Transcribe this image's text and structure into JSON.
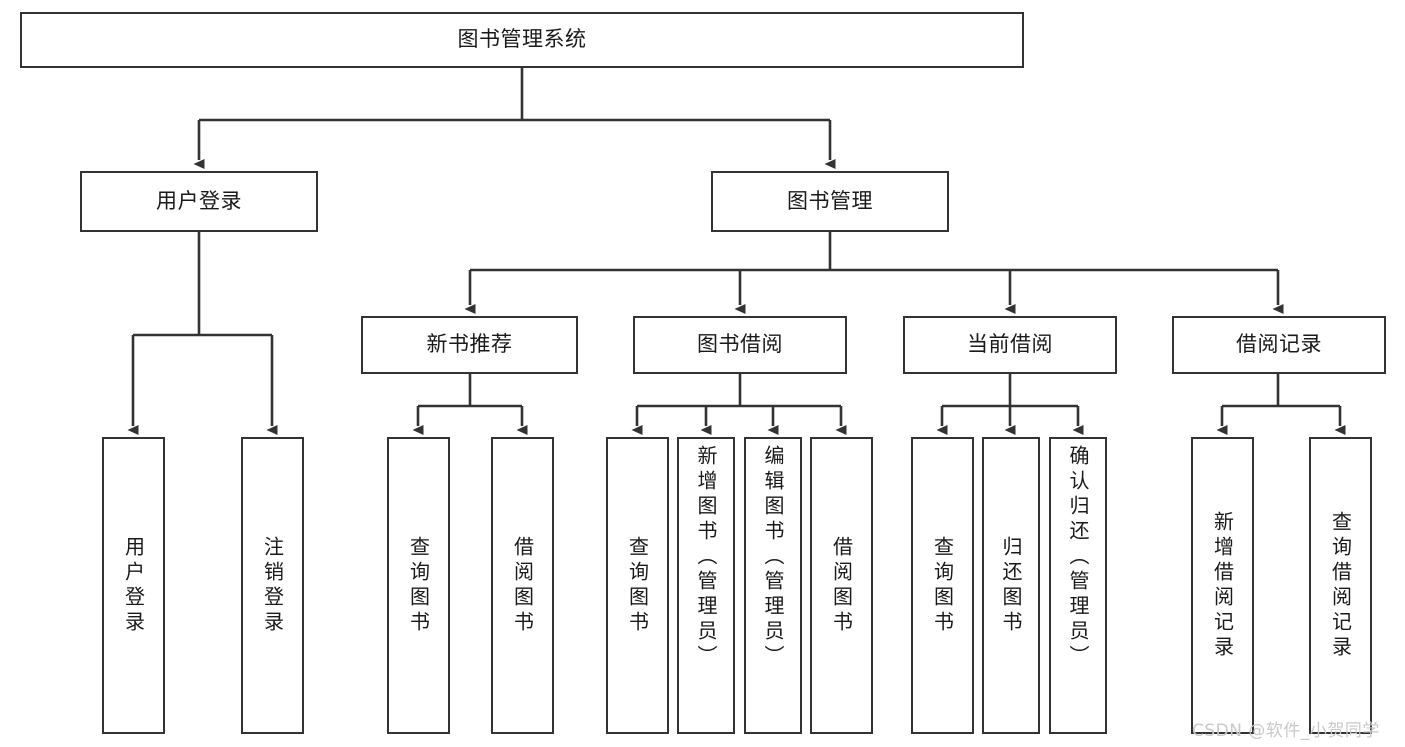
{
  "diagram": {
    "type": "tree",
    "title": "图书管理系统",
    "background": "#ffffff",
    "line_color": "#333333",
    "box_border_color": "#333333",
    "text_color": "#1a1a1a",
    "nodes": {
      "root": {
        "label": "图书管理系统"
      },
      "level2": [
        {
          "id": "user_login",
          "label": "用户登录"
        },
        {
          "id": "book_manage",
          "label": "图书管理"
        }
      ],
      "level3": [
        {
          "id": "new_book_rec",
          "label": "新书推荐"
        },
        {
          "id": "book_borrow",
          "label": "图书借阅"
        },
        {
          "id": "current_borrow",
          "label": "当前借阅"
        },
        {
          "id": "borrow_record",
          "label": "借阅记录"
        }
      ],
      "leaves": {
        "user_login": [
          {
            "id": "leaf_user_login",
            "label": "用户登录"
          },
          {
            "id": "leaf_user_logout",
            "label": "注销登录"
          }
        ],
        "new_book_rec": [
          {
            "id": "leaf_query_book_1",
            "label": "查询图书"
          },
          {
            "id": "leaf_borrow_book_1",
            "label": "借阅图书"
          }
        ],
        "book_borrow": [
          {
            "id": "leaf_query_book_2",
            "label": "查询图书"
          },
          {
            "id": "leaf_add_book",
            "label": "新增图书（管理员）"
          },
          {
            "id": "leaf_edit_book",
            "label": "编辑图书（管理员）"
          },
          {
            "id": "leaf_borrow_book_2",
            "label": "借阅图书"
          }
        ],
        "current_borrow": [
          {
            "id": "leaf_query_book_3",
            "label": "查询图书"
          },
          {
            "id": "leaf_return_book",
            "label": "归还图书"
          },
          {
            "id": "leaf_confirm_return",
            "label": "确认归还（管理员）"
          }
        ],
        "borrow_record": [
          {
            "id": "leaf_add_record",
            "label": "新增借阅记录"
          },
          {
            "id": "leaf_query_record",
            "label": "查询借阅记录"
          }
        ]
      }
    }
  },
  "watermark": {
    "text": "CSDN @软件_小贺同学",
    "color": "#c9c9c9"
  }
}
